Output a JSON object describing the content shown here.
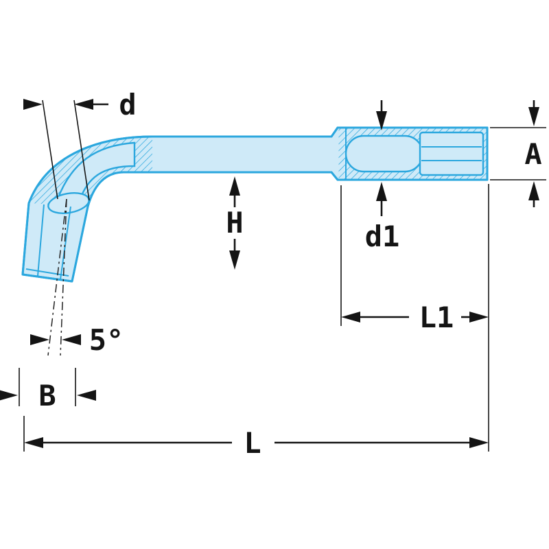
{
  "labels": {
    "d": "d",
    "A": "A",
    "H": "H",
    "d1": "d1",
    "L1": "L1",
    "angle": "5°",
    "B": "B",
    "L": "L"
  },
  "colors": {
    "body_fill": "#cfeaf8",
    "outline": "#2ba7de",
    "hatch": "#2ba7de",
    "dimension": "#141414",
    "background": "#ffffff"
  }
}
